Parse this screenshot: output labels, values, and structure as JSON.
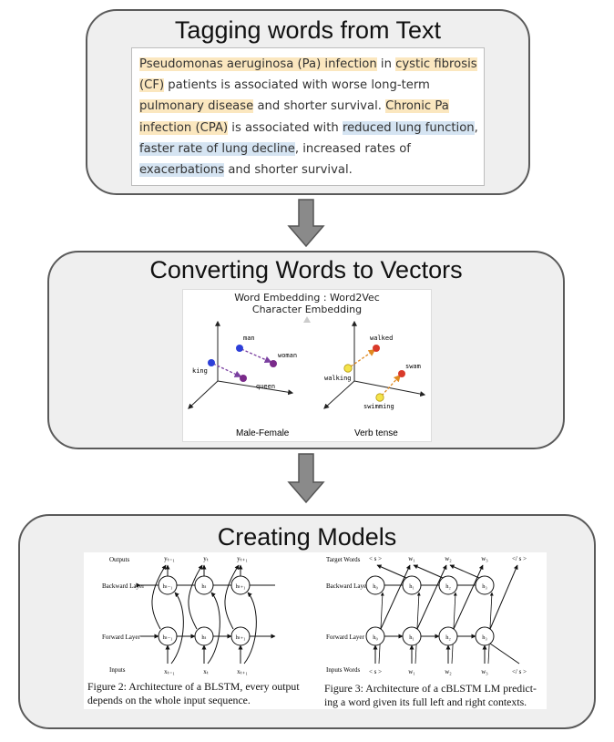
{
  "panels": {
    "tagging": {
      "title": "Tagging words from Text",
      "segments": [
        {
          "text": "Pseudomonas aeruginosa (Pa) infection",
          "hl": "y"
        },
        {
          "text": " in ",
          "hl": ""
        },
        {
          "text": "cystic fibrosis (CF)",
          "hl": "y"
        },
        {
          "text": " patients is associated with worse long-term ",
          "hl": ""
        },
        {
          "text": "pulmonary disease",
          "hl": "y"
        },
        {
          "text": " and shorter survival. ",
          "hl": ""
        },
        {
          "text": "Chronic Pa infection (CPA)",
          "hl": "y"
        },
        {
          "text": " is associated with ",
          "hl": ""
        },
        {
          "text": "reduced lung function",
          "hl": "b"
        },
        {
          "text": ", ",
          "hl": ""
        },
        {
          "text": "faster rate of lung decline",
          "hl": "b"
        },
        {
          "text": ", increased rates of ",
          "hl": ""
        },
        {
          "text": "exacerbations",
          "hl": "b"
        },
        {
          "text": " and shorter survival.",
          "hl": ""
        }
      ]
    },
    "vectors": {
      "title": "Converting Words to Vectors",
      "figure_title_1": "Word Embedding : Word2Vec",
      "figure_title_2": "Character Embedding",
      "left_caption": "Male-Female",
      "right_caption": "Verb tense",
      "left_words": {
        "man": "man",
        "woman": "woman",
        "king": "king",
        "queen": "queen"
      },
      "right_words": {
        "walked": "walked",
        "walking": "walking",
        "swam": "swam",
        "swimming": "swimming"
      }
    },
    "models": {
      "title": "Creating Models",
      "fig2": {
        "row_labels": [
          "Outputs",
          "Backward Layer",
          "Forward Layer",
          "Inputs"
        ],
        "outputs": [
          "yₜ₋₁",
          "yₜ",
          "yₜ₊₁"
        ],
        "inputs": [
          "xₜ₋₁",
          "xₜ",
          "xₜ₊₁"
        ],
        "backward_nodes": [
          "hₜ₋₁",
          "hₜ",
          "hₜ₊₁"
        ],
        "forward_nodes": [
          "hₜ₋₁",
          "hₜ",
          "hₜ₊₁"
        ],
        "caption_1": "Figure 2:  Architecture of a BLSTM, every output",
        "caption_2": "depends on the whole input sequence."
      },
      "fig3": {
        "row_labels": [
          "Target Words",
          "Backward Layer",
          "Forward Layer",
          "Inputs Words"
        ],
        "targets": [
          "< s >",
          "w₁",
          "w₂",
          "w₃",
          "</ s >"
        ],
        "inputs": [
          "< s >",
          "w₁",
          "w₂",
          "w₃",
          "</ s >"
        ],
        "backward_nodes": [
          "h₀",
          "h₁",
          "h₂",
          "h₃"
        ],
        "forward_nodes": [
          "h₀",
          "h₁",
          "h₂",
          "h₃"
        ],
        "caption_1": "Figure 3:  Architecture of a cBLSTM LM predict-",
        "caption_2": "ing a word given its full left and right contexts."
      }
    }
  },
  "colors": {
    "highlight_yellow": "#fbe7bf",
    "highlight_blue": "#d5e4f2",
    "arrow": "#8a8a8a"
  }
}
